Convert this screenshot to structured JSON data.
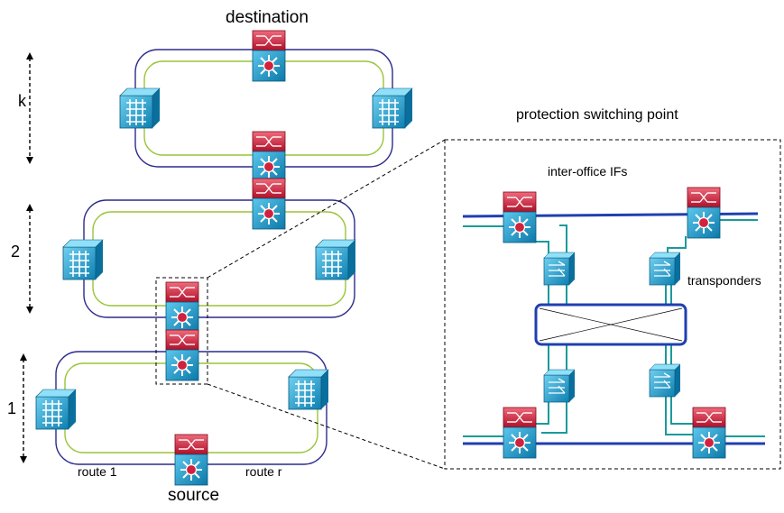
{
  "labels": {
    "destination": "destination",
    "source": "source",
    "route_1": "route 1",
    "route_r": "route r",
    "ring_k": "k",
    "ring_2": "2",
    "ring_1": "1",
    "protection_title": "protection switching point",
    "inter_office": "inter-office IFs",
    "transponders": "transponders"
  },
  "colors": {
    "ring_outer": "#2b2a8c",
    "ring_inner": "#9ac43a",
    "fiber_blue": "#1f3fb0",
    "fiber_teal": "#1a9a9a",
    "router_red": "#d0223c",
    "switch_blue": "#1aa0d0",
    "matrix_border": "#1f3fb0"
  },
  "icons": {
    "router": "router-icon",
    "switch": "optical-switch-icon",
    "transponder": "transponder-icon",
    "cross_connect": "cross-connect-icon"
  }
}
